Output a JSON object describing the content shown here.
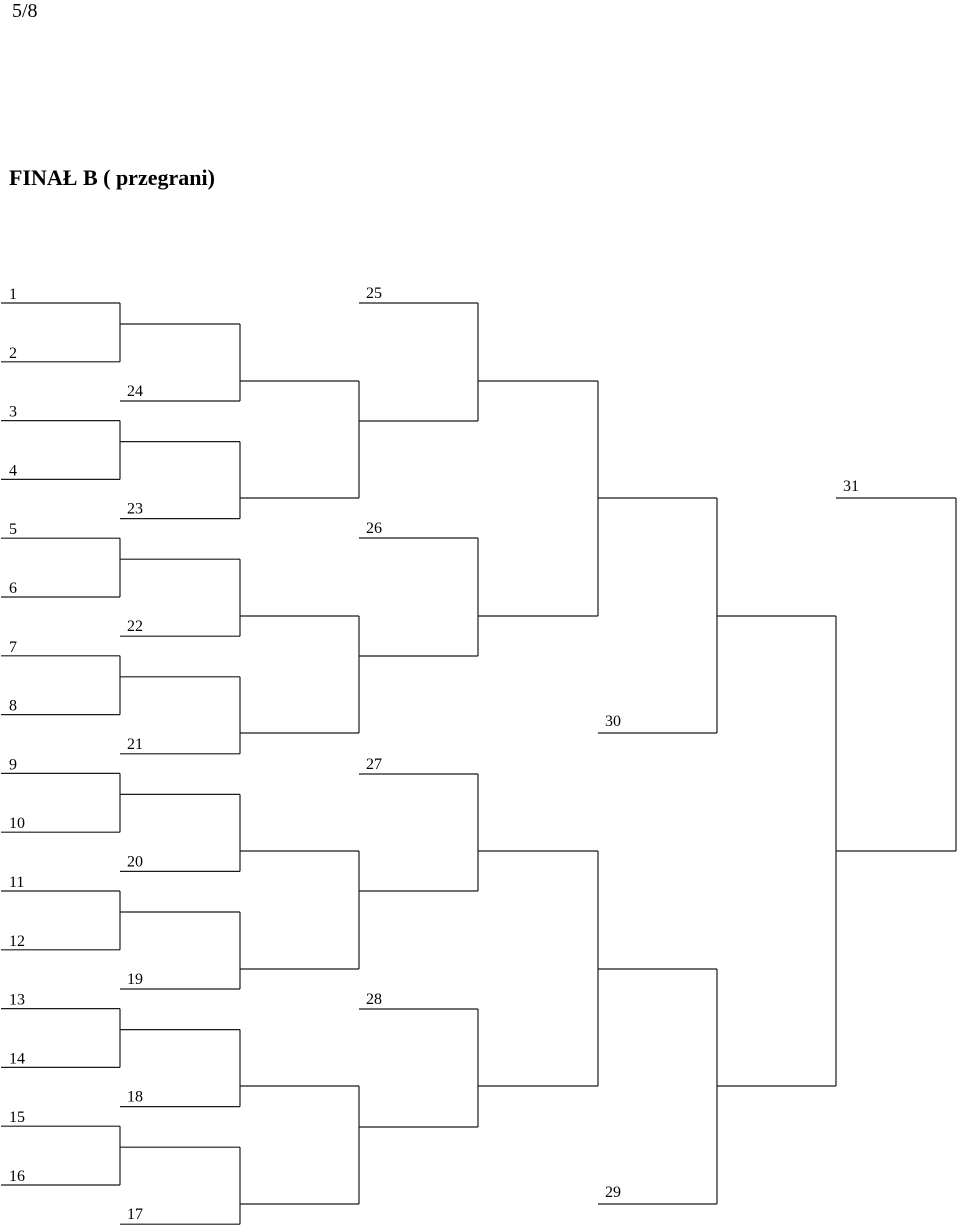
{
  "header": {
    "page_counter": "5/8",
    "title": "FINAŁ B ( przegrani)"
  },
  "bracket": {
    "round1_labels": [
      "1",
      "2",
      "3",
      "4",
      "5",
      "6",
      "7",
      "8",
      "9",
      "10",
      "11",
      "12",
      "13",
      "14",
      "15",
      "16"
    ],
    "round2_labels": [
      "24",
      "23",
      "22",
      "21",
      "20",
      "19",
      "18",
      "17"
    ],
    "round3_labels": [
      "25",
      "26",
      "27",
      "28"
    ],
    "round4_labels": [
      "30",
      "29"
    ],
    "final_label": "31"
  }
}
